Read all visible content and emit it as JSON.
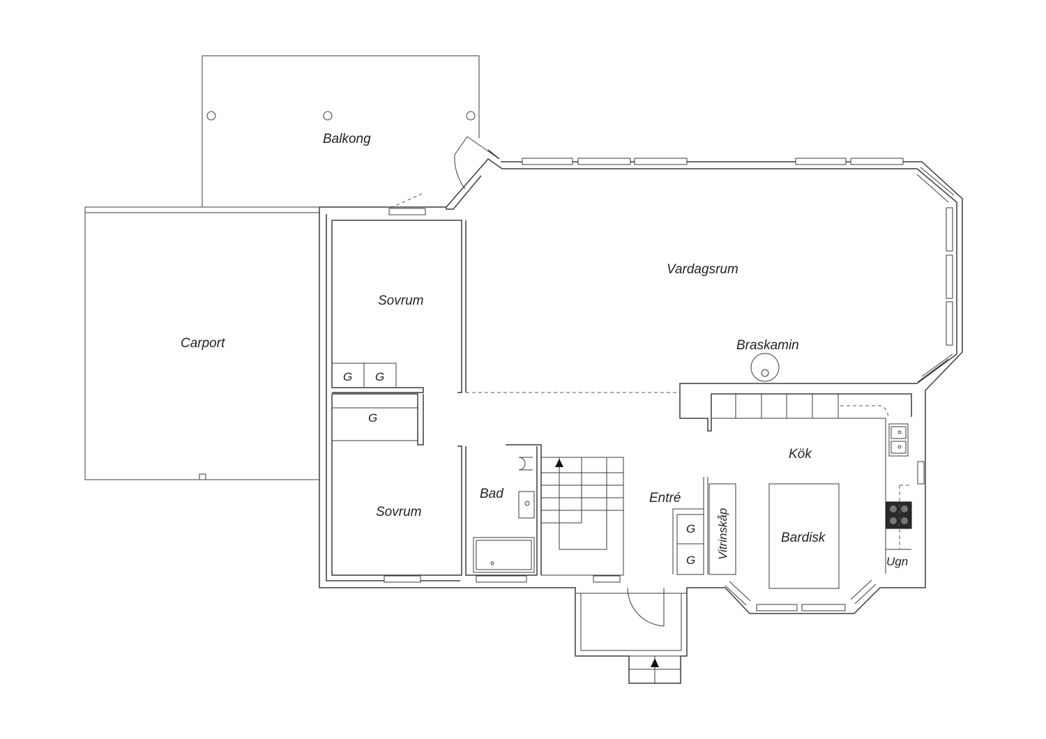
{
  "rooms": {
    "balkong": "Balkong",
    "carport": "Carport",
    "sovrum_1": "Sovrum",
    "sovrum_2": "Sovrum",
    "vardagsrum": "Vardagsrum",
    "braskamin": "Braskamin",
    "kok": "Kök",
    "bad": "Bad",
    "entre": "Entré",
    "vitrinskap": "Vitrinskåp",
    "bardisk": "Bardisk",
    "ugn": "Ugn"
  },
  "closets": {
    "g1": "G",
    "g2": "G",
    "g3": "G",
    "g4": "G",
    "g5": "G"
  },
  "colors": {
    "wall": "#3a3a3a",
    "background": "#ffffff"
  }
}
